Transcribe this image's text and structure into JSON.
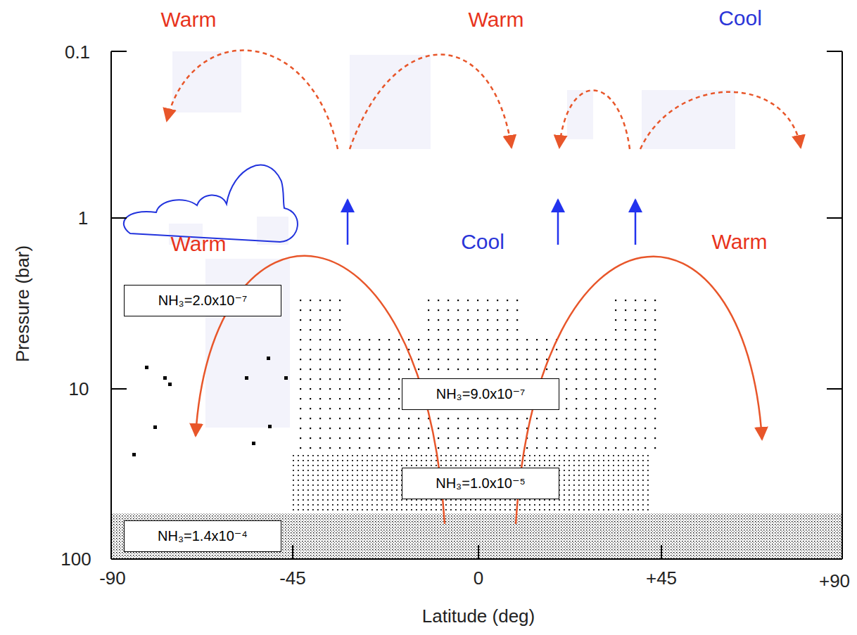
{
  "diagram": {
    "nodes": [
      {
        "text": [
          "NH₃=2.0x10⁻⁷"
        ]
      },
      {
        "text": [
          "NH₃=9.0x10⁻⁷"
        ]
      },
      {
        "text": [
          "NH₃=1.0x10⁻⁵"
        ]
      },
      {
        "text": [
          "NH₃=1.4x10⁻⁴"
        ]
      }
    ],
    "labels": [
      "Warm",
      "Warm",
      "Cool",
      "Warm",
      "Cool",
      "Warm",
      "0.1",
      "1",
      "10",
      "100",
      "-90",
      "-45",
      "0",
      "+45",
      "+90",
      "Pressure (bar)",
      "Latitude (deg)"
    ]
  }
}
